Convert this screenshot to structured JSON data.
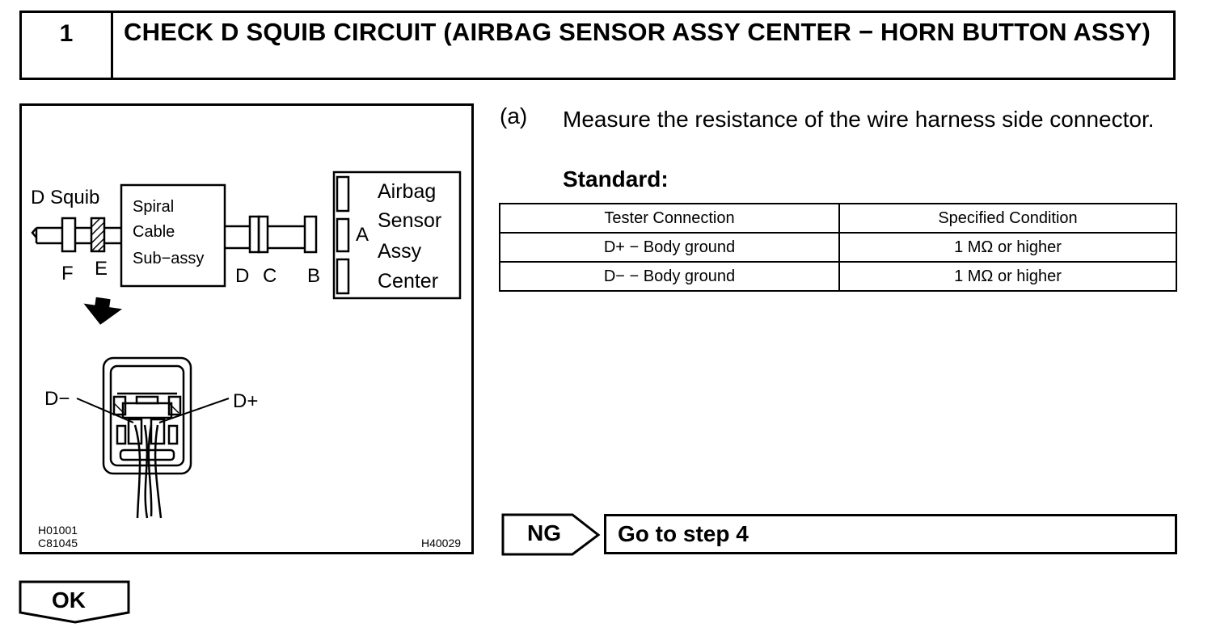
{
  "header": {
    "step_number": "1",
    "title": "CHECK D SQUIB CIRCUIT (AIRBAG SENSOR ASSY CENTER − HORN BUTTON ASSY)"
  },
  "figure": {
    "d_squib": "D Squib",
    "spiral_line1": "Spiral",
    "spiral_line2": "Cable",
    "spiral_line3": "Sub−assy",
    "airbag_line1": "Airbag",
    "airbag_line2": "Sensor",
    "airbag_line3": "Assy",
    "airbag_line4": "Center",
    "connector_a": "A",
    "connector_b": "B",
    "connector_c": "C",
    "connector_d": "D",
    "connector_e": "E",
    "connector_f": "F",
    "terminal_minus": "D−",
    "terminal_plus": "D+",
    "code_1": "H01001",
    "code_2": "C81045",
    "code_3": "H40029"
  },
  "instruction": {
    "step_letter": "(a)",
    "text": "Measure the resistance of the wire harness side connector.",
    "standard_label": "Standard:"
  },
  "spec_table": {
    "headers": [
      "Tester Connection",
      "Specified Condition"
    ],
    "rows": [
      [
        "D+ − Body ground",
        "1 MΩ or higher"
      ],
      [
        "D− − Body ground",
        "1 MΩ or higher"
      ]
    ]
  },
  "ng": {
    "label": "NG",
    "action": "Go to step 4"
  },
  "ok": {
    "label": "OK"
  }
}
